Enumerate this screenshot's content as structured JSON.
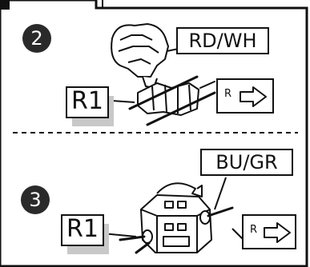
{
  "steps": [
    {
      "number": "2",
      "wire_label": "RD/WH",
      "reference_label": "R1",
      "direction_letter": "R",
      "direction_icon": "arrow-right-outline-icon"
    },
    {
      "number": "3",
      "wire_label": "BU/GR",
      "reference_label": "R1",
      "direction_letter": "R",
      "direction_icon": "arrow-right-outline-icon"
    }
  ],
  "colors": {
    "frame": "#111111",
    "step_badge": "#2a2a2a",
    "label_shadow": "#c8c8c8"
  }
}
